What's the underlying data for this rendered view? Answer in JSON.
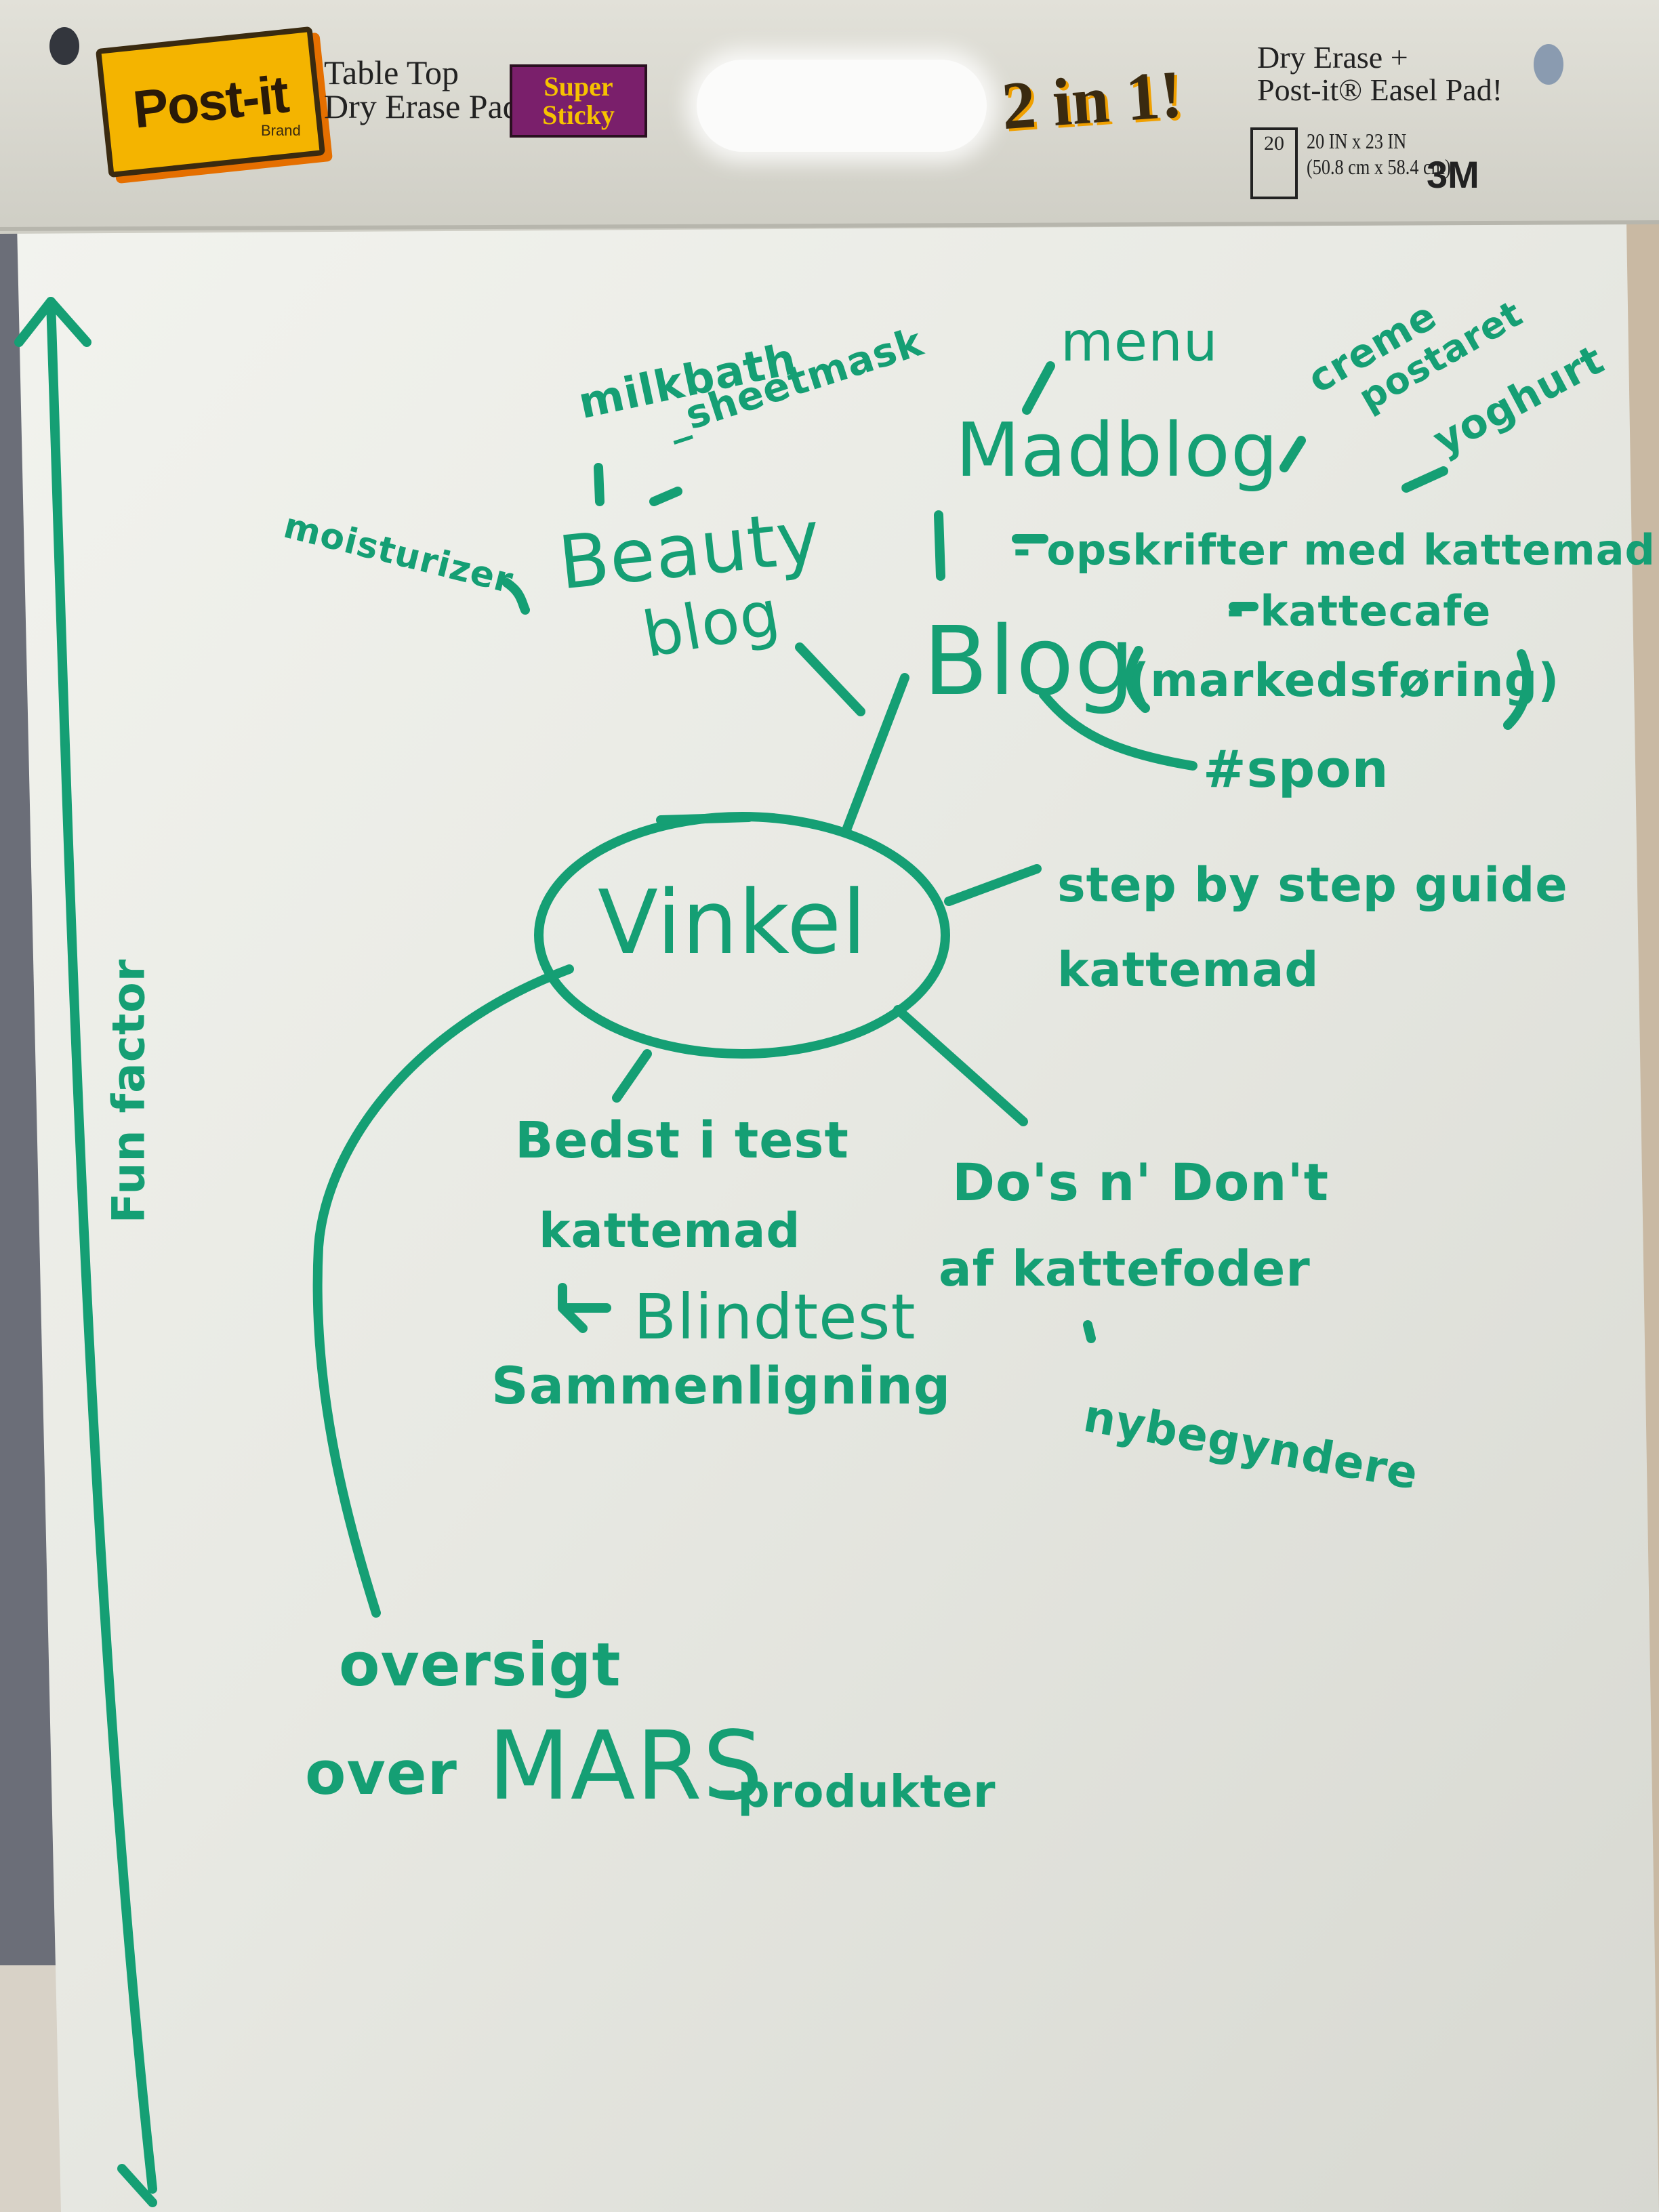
{
  "header": {
    "brand_logo": "Post-it",
    "brand_sub": "Brand",
    "product_line1": "Table Top",
    "product_line2": "Dry Erase Pad",
    "badge_line1": "Super",
    "badge_line2": "Sticky",
    "two_in_one": "2 in 1!",
    "dry_erase_line1": "Dry Erase +",
    "dry_erase_line2": "Post-it® Easel Pad!",
    "sheet_count": "20",
    "size_line1": "20 IN x 23 IN",
    "size_line2": "(50.8 cm x 58.4 cm)",
    "maker": "3M"
  },
  "mindmap": {
    "axis_label": "Fun factor",
    "center": "Vinkel",
    "blog": {
      "label": "Blog",
      "beauty_line1": "Beauty",
      "beauty_line2": "blog",
      "milkbath": "milkbath",
      "sheetmask": "_sheetmask",
      "moisturizer": "moisturizer",
      "madblog": "Madblog",
      "menu": "menu",
      "creme_line1": "creme",
      "creme_line2": "postaret",
      "yoghurt": "yoghurt",
      "opskrifter": "- opskrifter med kattemad",
      "kattecafe": "- kattecafe",
      "markedsforing": "(markedsføring)",
      "spon": "#spon"
    },
    "guide_line1": "step by step guide",
    "guide_line2": "kattemad",
    "bedst_line1": "Bedst i test",
    "bedst_line2": "kattemad",
    "blindtest": "Blindtest",
    "sammenligning": "Sammenligning",
    "dos_line1": "Do's n' Don't",
    "dos_line2": "af kattefoder",
    "nybegyndere": "nybegyndere",
    "oversigt_line1": "oversigt",
    "oversigt_line2a": "over",
    "oversigt_mars": "MARS",
    "oversigt_line2b": "-produkter"
  },
  "colors": {
    "marker": "#159f74",
    "board": "#e9eae4",
    "header_band": "#d9d8d0"
  }
}
